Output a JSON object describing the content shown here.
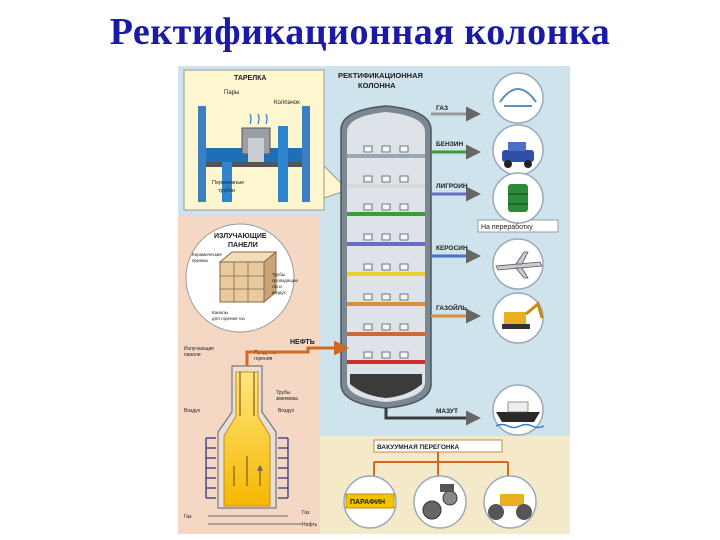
{
  "title": "Ректификационная колонка",
  "poster": {
    "tray": {
      "title": "ТАРЕЛКА",
      "vapors": "Пары",
      "cap": "Колпачок",
      "overflow_1": "Переливные",
      "overflow_2": "трубки"
    },
    "column": {
      "title_1": "РЕКТИФИКАЦИОННАЯ",
      "title_2": "КОЛОННА"
    },
    "products": {
      "gas": "ГАЗ",
      "gasoline": "БЕНЗИН",
      "ligroin": "ЛИГРОИН",
      "kerosene": "КЕРОСИН",
      "gasoil": "ГАЗОЙЛЬ",
      "fuel_oil": "МАЗУТ",
      "oil": "НЕФТЬ"
    },
    "processing": "На переработку",
    "vacuum": "ВАКУУМНАЯ ПЕРЕГОНКА",
    "paraffin": "ПАРАФИН",
    "panels": {
      "title_1": "ИЗЛУЧАЮЩИЕ",
      "title_2": "ПАНЕЛИ",
      "ceramic_1": "Керамические",
      "ceramic_2": "призмы",
      "pipes_1": "Трубы",
      "pipes_2": "проводящие",
      "pipes_3": "газ и",
      "pipes_4": "воздух",
      "channels_1": "Каналы",
      "channels_2": "для горения газ"
    },
    "furnace": {
      "radiant_1": "Излучающие",
      "radiant_2": "панели",
      "products_1": "Продукты",
      "products_2": "горения",
      "coil_1": "Трубы",
      "coil_2": "змеевика",
      "air_left": "Воздух",
      "air_right": "Воздух",
      "gas_left": "Газ",
      "gas_right": "Газ",
      "oil_in": "Нефть"
    }
  }
}
